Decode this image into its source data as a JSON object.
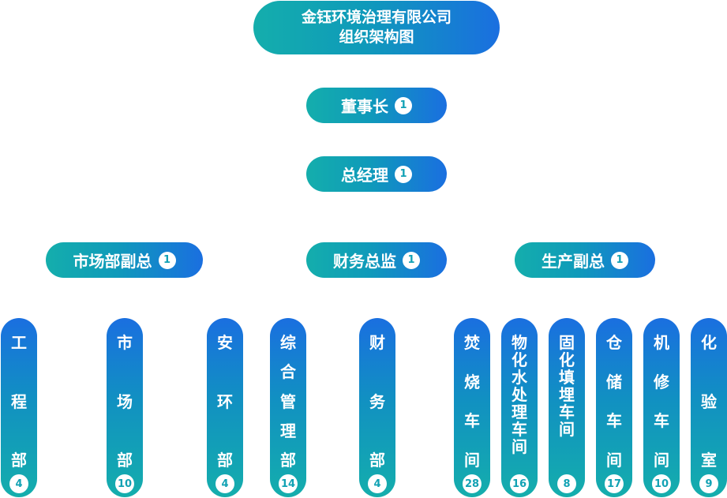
{
  "title": {
    "line1": "金钰环境治理有限公司",
    "line2": "组织架构图"
  },
  "levels": {
    "chairman": {
      "label": "董事长",
      "count": "1"
    },
    "general_manager": {
      "label": "总经理",
      "count": "1"
    },
    "vp_market": {
      "label": "市场部副总",
      "count": "1"
    },
    "finance_director": {
      "label": "财务总监",
      "count": "1"
    },
    "vp_production": {
      "label": "生产副总",
      "count": "1"
    }
  },
  "departments": [
    {
      "chars": [
        "工",
        "程",
        "部"
      ],
      "count": "4"
    },
    {
      "chars": [
        "市",
        "场",
        "部"
      ],
      "count": "10"
    },
    {
      "chars": [
        "安",
        "环",
        "部"
      ],
      "count": "4"
    },
    {
      "chars": [
        "综",
        "合",
        "管",
        "理",
        "部"
      ],
      "count": "14"
    },
    {
      "chars": [
        "财",
        "务",
        "部"
      ],
      "count": "4"
    },
    {
      "chars": [
        "焚",
        "烧",
        "车",
        "间"
      ],
      "count": "28"
    },
    {
      "chars": [
        "物",
        "化",
        "水",
        "处",
        "理",
        "车",
        "间"
      ],
      "count": "16"
    },
    {
      "chars": [
        "固",
        "化",
        "填",
        "埋",
        "车",
        "间"
      ],
      "count": "8"
    },
    {
      "chars": [
        "仓",
        "储",
        "车",
        "间"
      ],
      "count": "17"
    },
    {
      "chars": [
        "机",
        "修",
        "车",
        "间"
      ],
      "count": "10"
    },
    {
      "chars": [
        "化",
        "验",
        "室"
      ],
      "count": "9"
    }
  ]
}
